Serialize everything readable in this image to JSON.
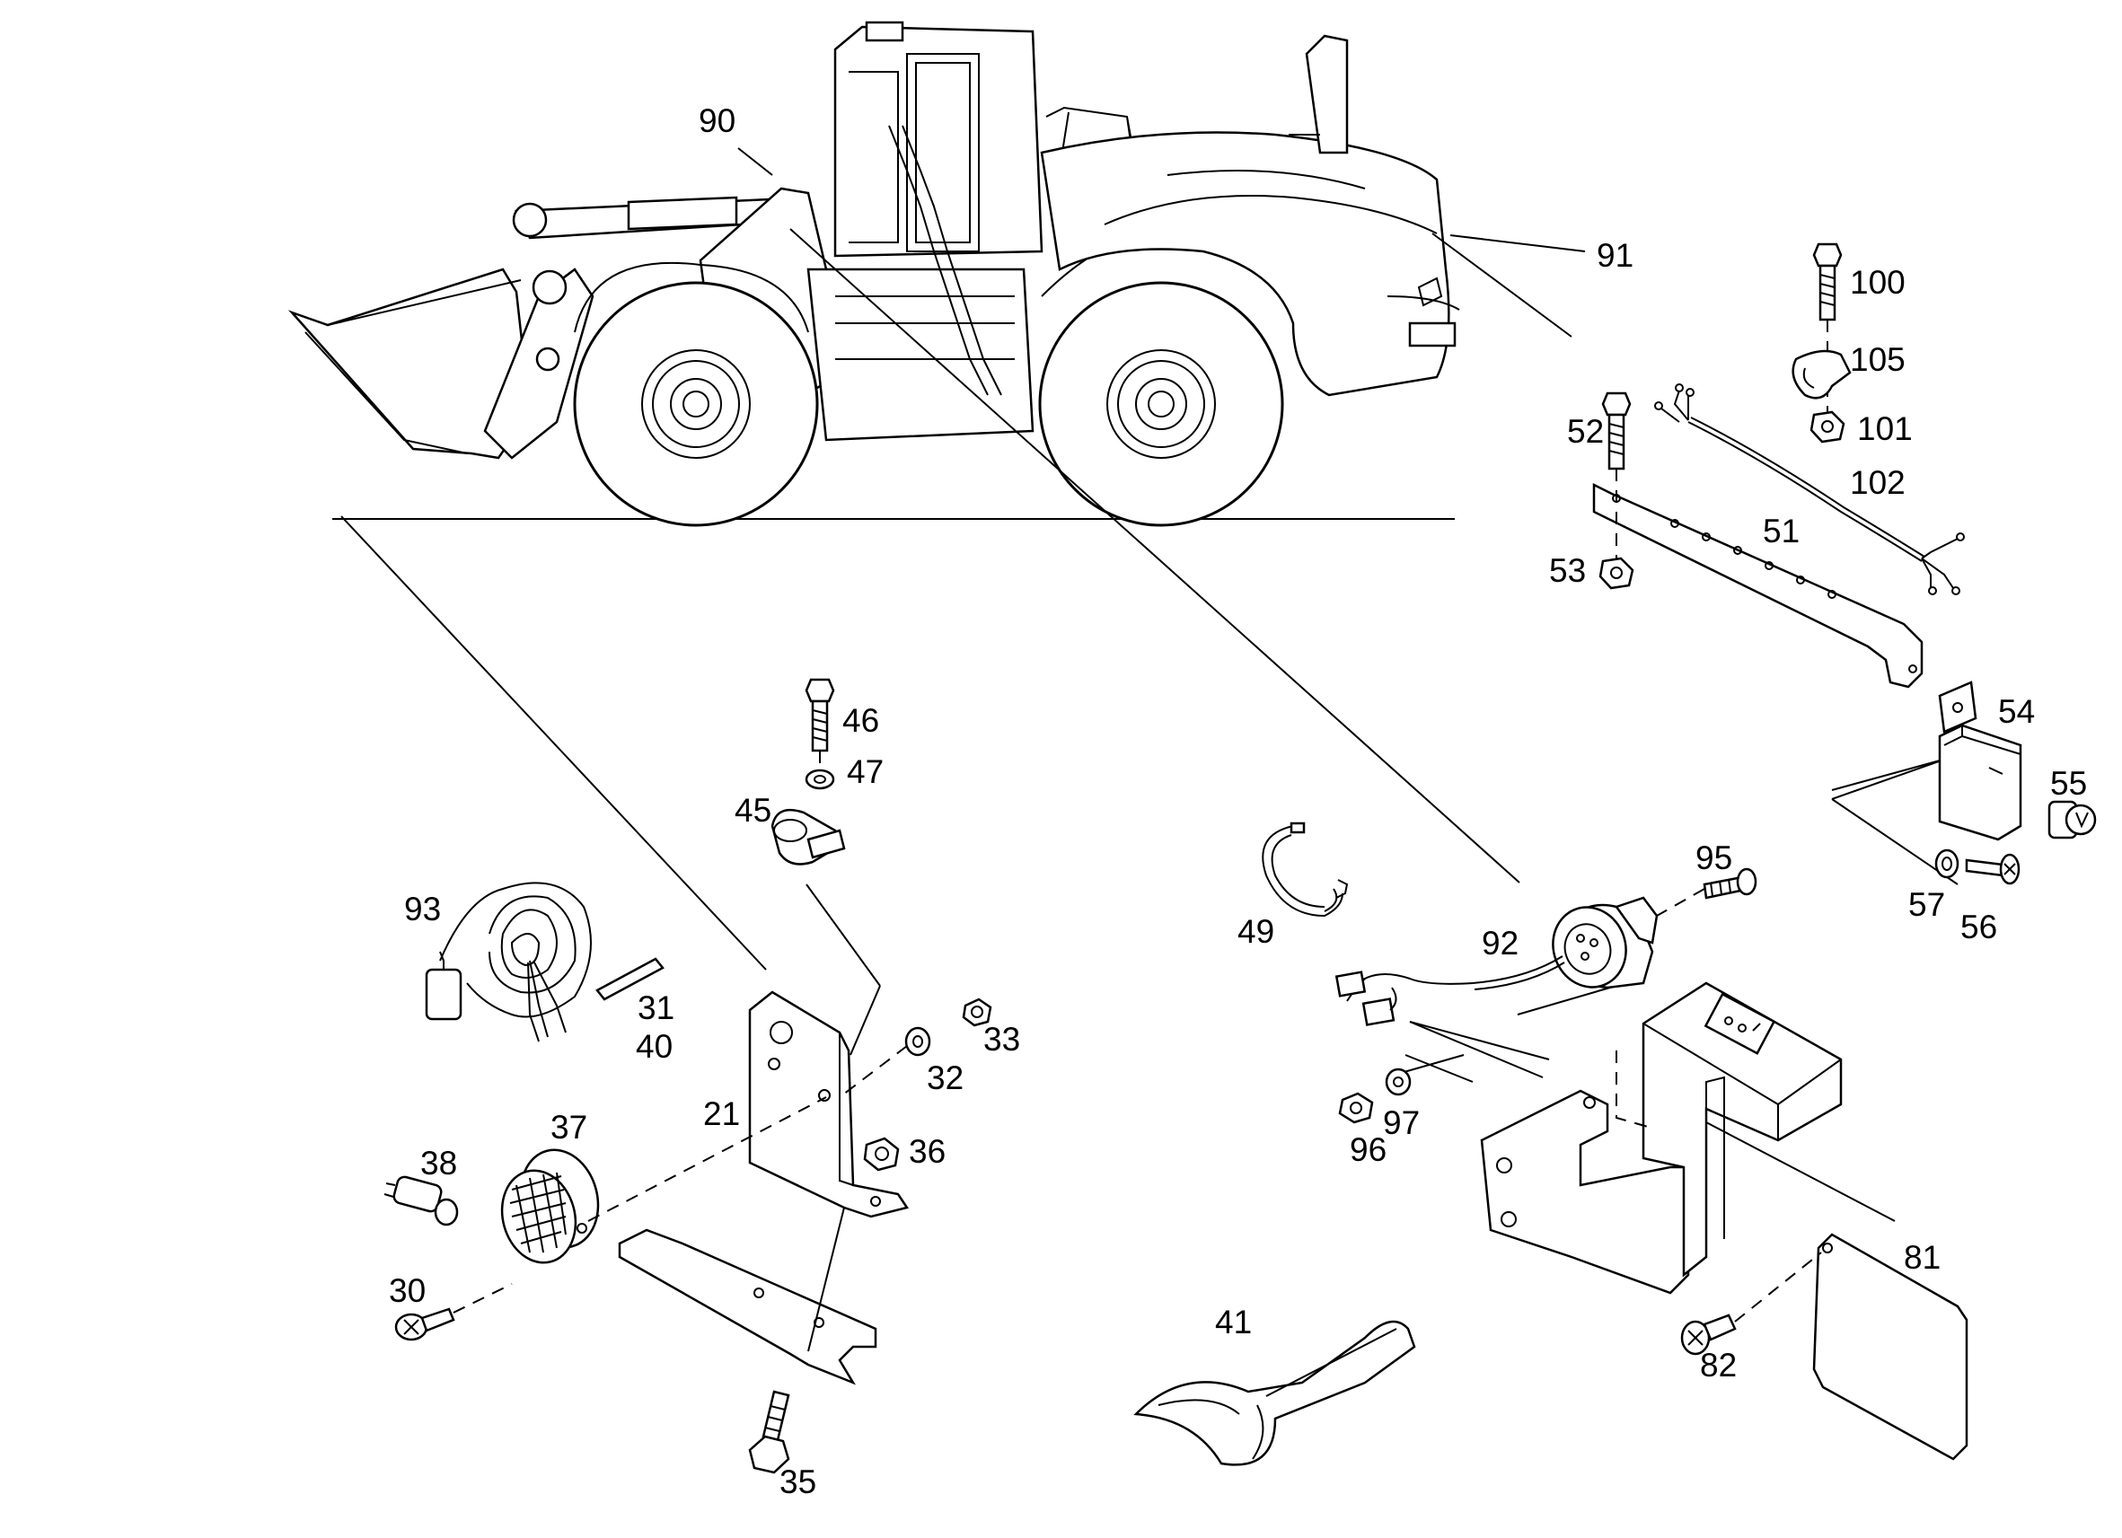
{
  "labels": {
    "p90": "90",
    "p91": "91",
    "p100": "100",
    "p105": "105",
    "p101": "101",
    "p52": "52",
    "p102": "102",
    "p51": "51",
    "p53": "53",
    "p46": "46",
    "p47": "47",
    "p45": "45",
    "p54": "54",
    "p55": "55",
    "p95": "95",
    "p57": "57",
    "p56": "56",
    "p49": "49",
    "p93": "93",
    "p92": "92",
    "p31": "31",
    "p40": "40",
    "p33": "33",
    "p32": "32",
    "p37": "37",
    "p21": "21",
    "p97": "97",
    "p96": "96",
    "p36": "36",
    "p38": "38",
    "p81": "81",
    "p30": "30",
    "p41": "41",
    "p82": "82",
    "p35": "35"
  }
}
